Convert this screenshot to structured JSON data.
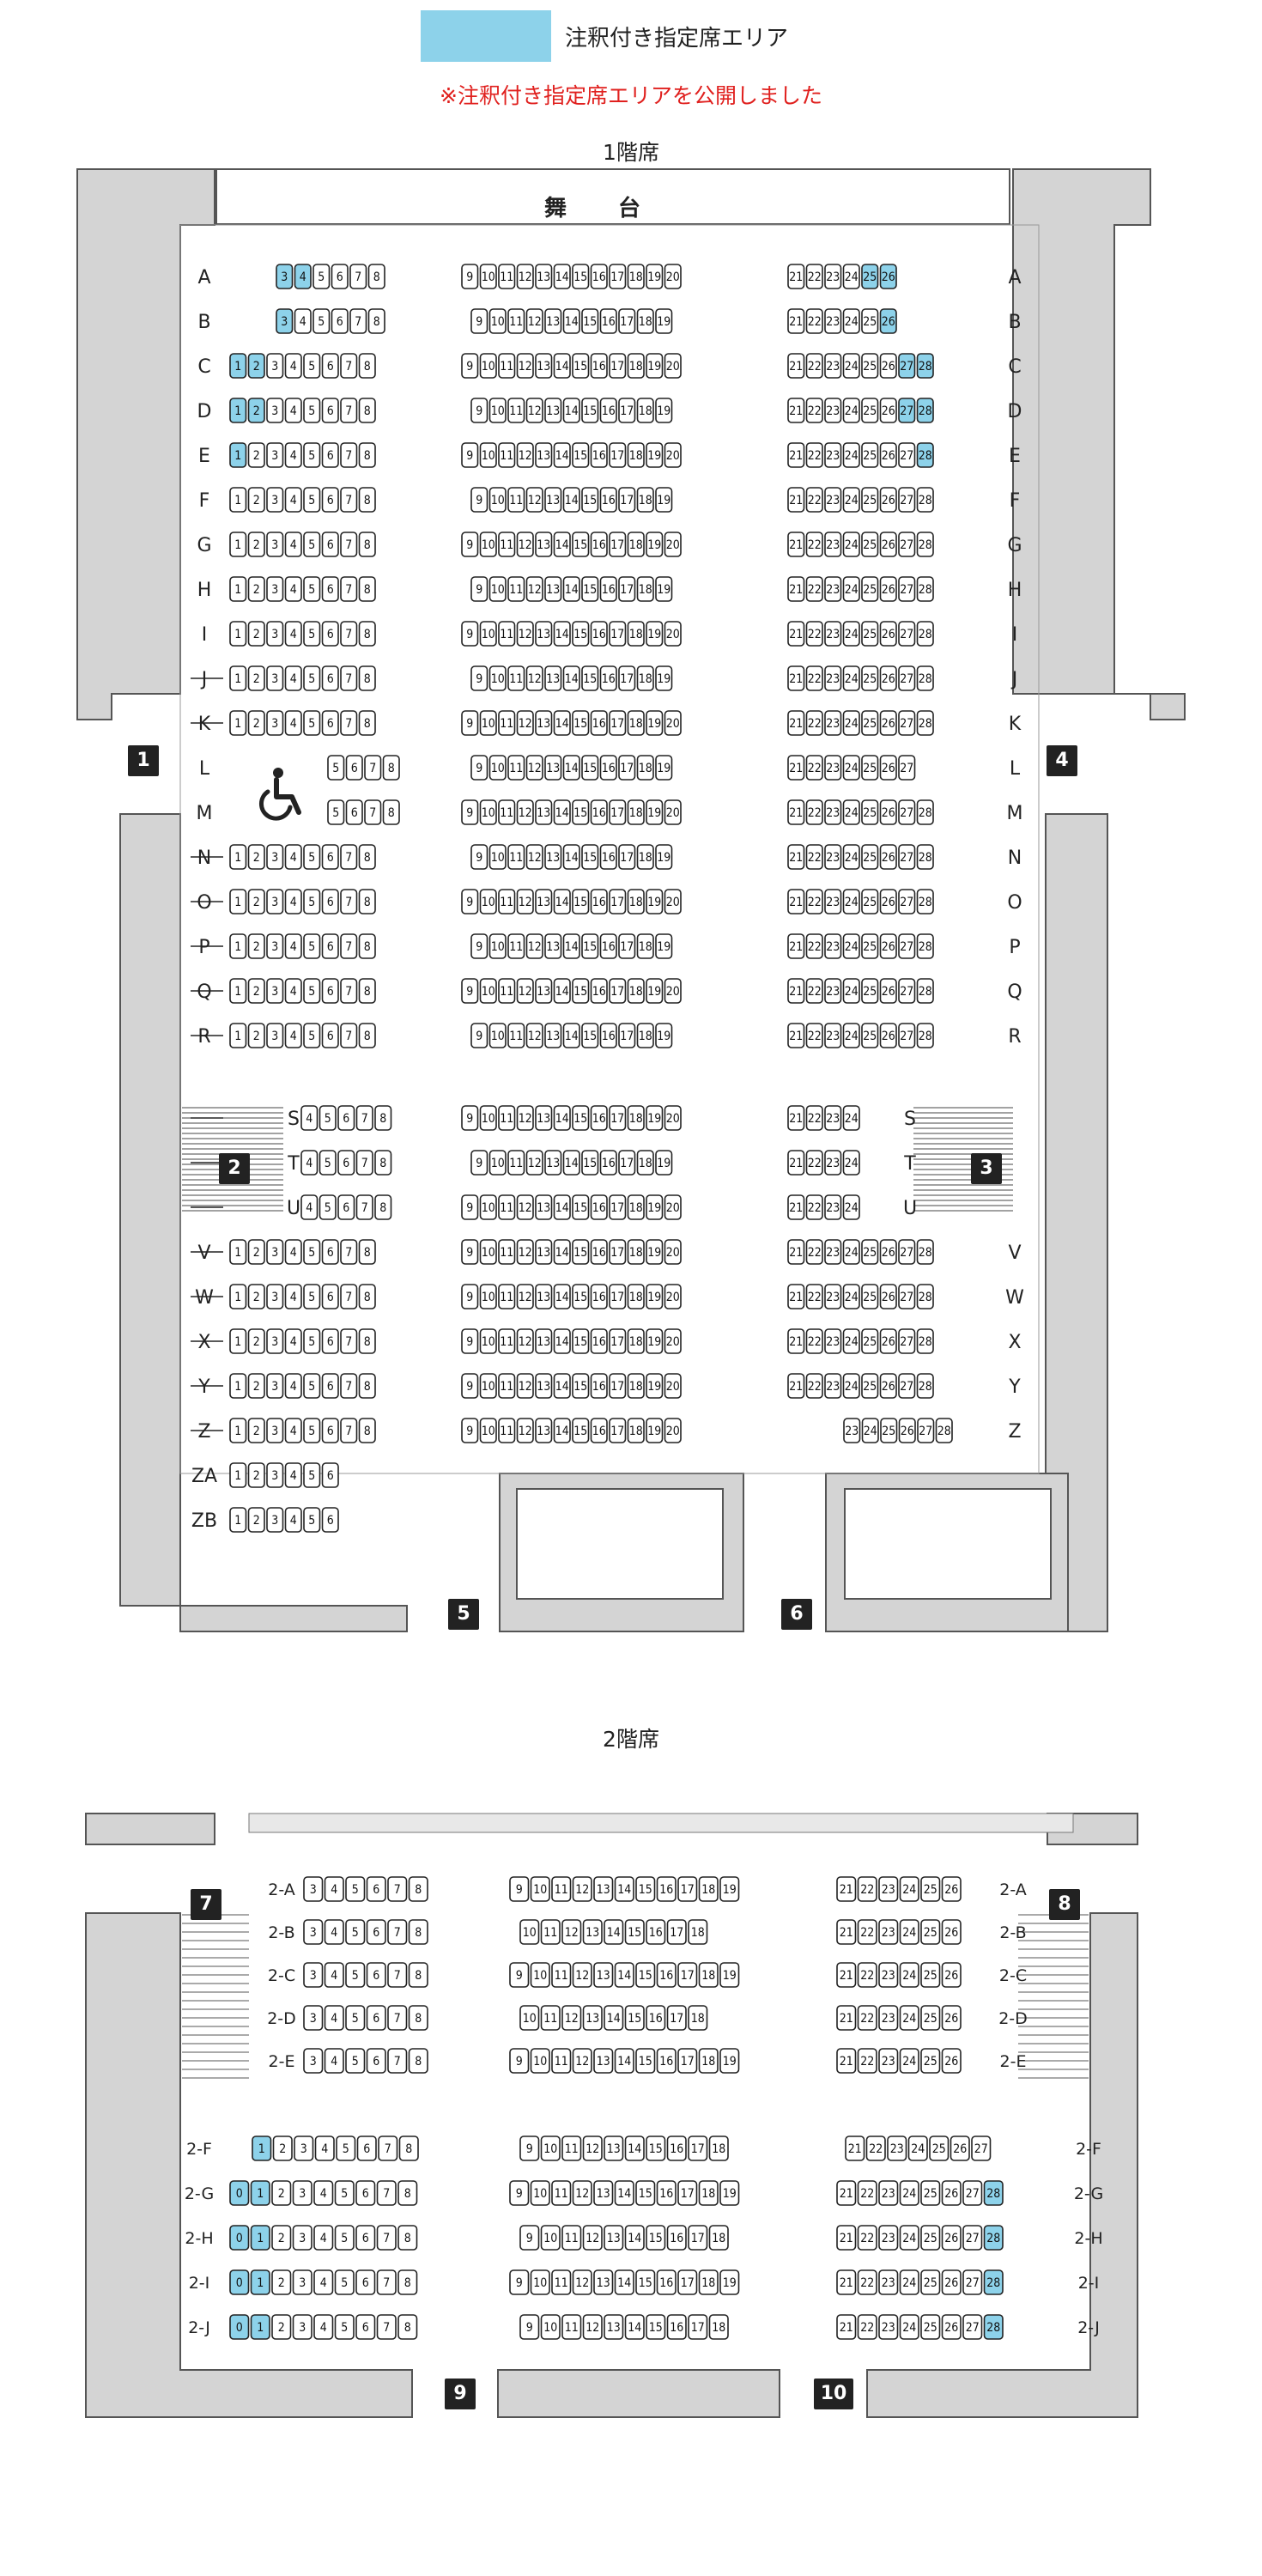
{
  "legend": {
    "label": "注釈付き指定席エリア",
    "color": "#8dd2ea"
  },
  "notice": "※注釈付き指定席エリアを公開しました",
  "notice_color": "#e0201e",
  "floor1": {
    "title": "1階席",
    "stage_label": "舞台",
    "doors": [
      "1",
      "2",
      "3",
      "4",
      "5",
      "6"
    ],
    "wheelchair_icon": "wheelchair-icon",
    "rows": [
      {
        "label": "A",
        "highlighted": [
          3,
          4,
          25,
          26
        ]
      },
      {
        "label": "B",
        "highlighted": [
          3,
          26
        ]
      },
      {
        "label": "C",
        "highlighted": [
          1,
          2,
          27,
          28
        ]
      },
      {
        "label": "D",
        "highlighted": [
          1,
          2,
          27,
          28
        ]
      },
      {
        "label": "E",
        "highlighted": [
          1,
          28
        ]
      },
      {
        "label": "F",
        "highlighted": []
      },
      {
        "label": "G",
        "highlighted": []
      },
      {
        "label": "H",
        "highlighted": []
      },
      {
        "label": "I",
        "highlighted": []
      },
      {
        "label": "J",
        "highlighted": []
      },
      {
        "label": "K",
        "highlighted": []
      },
      {
        "label": "L",
        "highlighted": []
      },
      {
        "label": "M",
        "highlighted": []
      },
      {
        "label": "N",
        "highlighted": []
      },
      {
        "label": "O",
        "highlighted": []
      },
      {
        "label": "P",
        "highlighted": []
      },
      {
        "label": "Q",
        "highlighted": []
      },
      {
        "label": "R",
        "highlighted": []
      },
      {
        "label": "S",
        "highlighted": []
      },
      {
        "label": "T",
        "highlighted": []
      },
      {
        "label": "U",
        "highlighted": []
      },
      {
        "label": "V",
        "highlighted": []
      },
      {
        "label": "W",
        "highlighted": []
      },
      {
        "label": "X",
        "highlighted": []
      },
      {
        "label": "Y",
        "highlighted": []
      },
      {
        "label": "Z",
        "highlighted": []
      },
      {
        "label": "ZA",
        "highlighted": []
      },
      {
        "label": "ZB",
        "highlighted": []
      }
    ]
  },
  "floor2": {
    "title": "2階席",
    "doors": [
      "7",
      "8",
      "9",
      "10"
    ],
    "rows": [
      {
        "label": "2-A",
        "highlighted": []
      },
      {
        "label": "2-B",
        "highlighted": []
      },
      {
        "label": "2-C",
        "highlighted": []
      },
      {
        "label": "2-D",
        "highlighted": []
      },
      {
        "label": "2-E",
        "highlighted": []
      },
      {
        "label": "2-F",
        "highlighted": [
          1
        ]
      },
      {
        "label": "2-G",
        "highlighted": [
          0,
          1,
          28
        ]
      },
      {
        "label": "2-H",
        "highlighted": [
          0,
          1,
          28
        ]
      },
      {
        "label": "2-I",
        "highlighted": [
          0,
          1,
          28
        ]
      },
      {
        "label": "2-J",
        "highlighted": [
          0,
          1,
          28
        ]
      }
    ]
  }
}
